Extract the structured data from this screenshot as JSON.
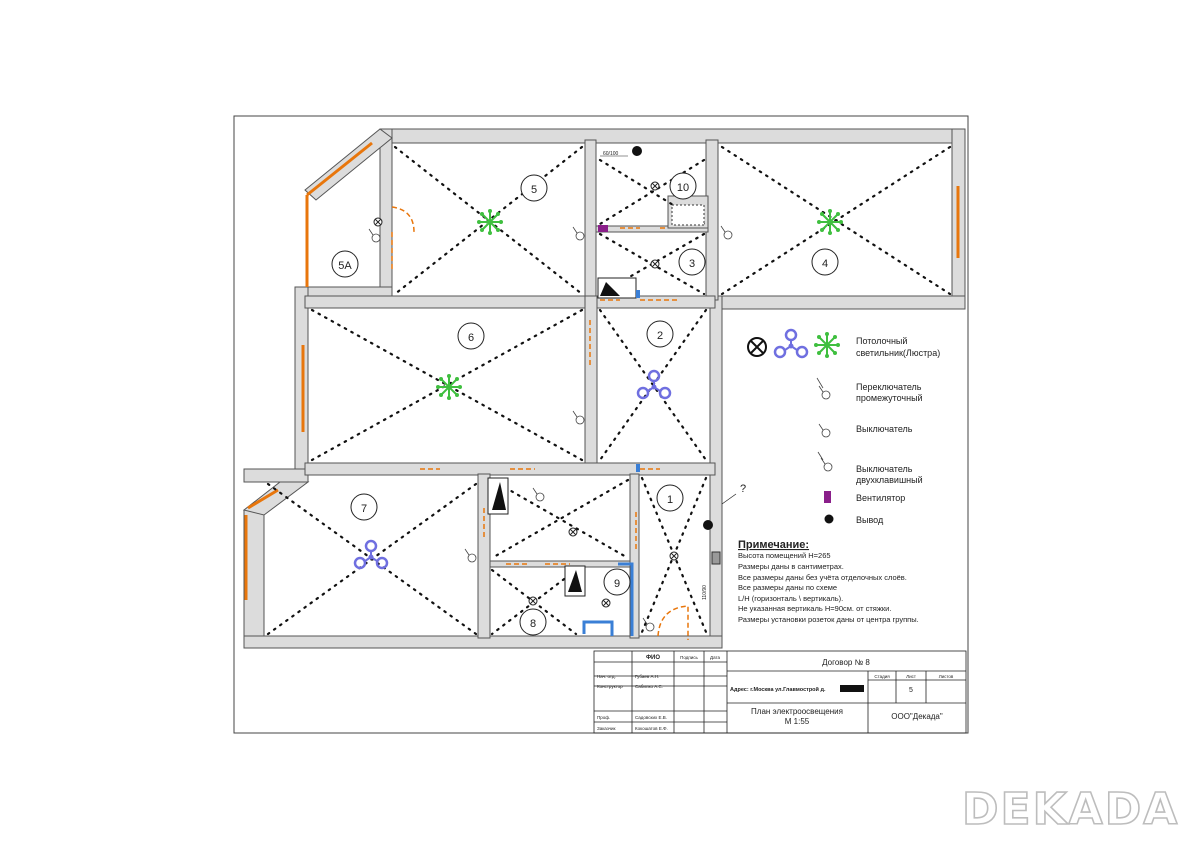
{
  "rooms": [
    {
      "label": "5А"
    },
    {
      "label": "5"
    },
    {
      "label": "10"
    },
    {
      "label": "3"
    },
    {
      "label": "4"
    },
    {
      "label": "6"
    },
    {
      "label": "2"
    },
    {
      "label": "7"
    },
    {
      "label": "1"
    },
    {
      "label": "9"
    },
    {
      "label": "8"
    }
  ],
  "dimension_labels": [
    "60/100",
    "110/90"
  ],
  "marker_question": "?",
  "legend": {
    "ceiling_light": "Потолочный светильник(Люстра)",
    "ceiling_light_lines": [
      "Потолочный",
      "светильник(Люстра)"
    ],
    "switch_intermediate_lines": [
      "Переключатель",
      "промежуточный"
    ],
    "switch": "Выключатель",
    "switch_double_lines": [
      "Выключатель",
      "двухклавишный"
    ],
    "fan": "Вентилятор",
    "outlet": "Вывод"
  },
  "notes": {
    "title": "Примечание:",
    "lines": [
      "Высота помещений Н=265",
      "Размеры даны в сантиметрах.",
      "Все размеры даны без учёта отделочных слоёв.",
      "Все размеры даны по схеме",
      "L/H (горизонталь \\ вертикаль).",
      "Не указанная вертикаль Н=90см. от стяжки.",
      "Размеры установки розеток даны от центра группы."
    ]
  },
  "title_block": {
    "col_fio": "ФИО",
    "col_sign": "Подпись",
    "col_date": "Дата",
    "contract": "Договор № 8",
    "rows": [
      {
        "role": "Нач. отд.",
        "name": "Губаев А.Н."
      },
      {
        "role": "Конструктор",
        "name": "Сабилко А.С."
      },
      {
        "role": "Проф.",
        "name": "Садовских Е.В."
      },
      {
        "role": "Заказчик",
        "name": "Кокошатов Е.Ф."
      }
    ],
    "address": "Адрес: г.Москва ул.Главмострой д.",
    "stage_label": "Стадия",
    "sheet_label": "Лист",
    "sheets_label": "Листов",
    "sheet_number": "5",
    "plan_title": "План электроосвещения",
    "scale": "М 1:55",
    "company": "ООО\"Декада\""
  },
  "watermark": "DEKADA",
  "colors": {
    "wall_fill": "#dcdcdc",
    "window": "#e8760c",
    "chandelier": "#3fbf3f",
    "fan_light": "#6f6fe0",
    "fan_device": "#8a1f8a",
    "plumbing": "#3a7fd6"
  }
}
